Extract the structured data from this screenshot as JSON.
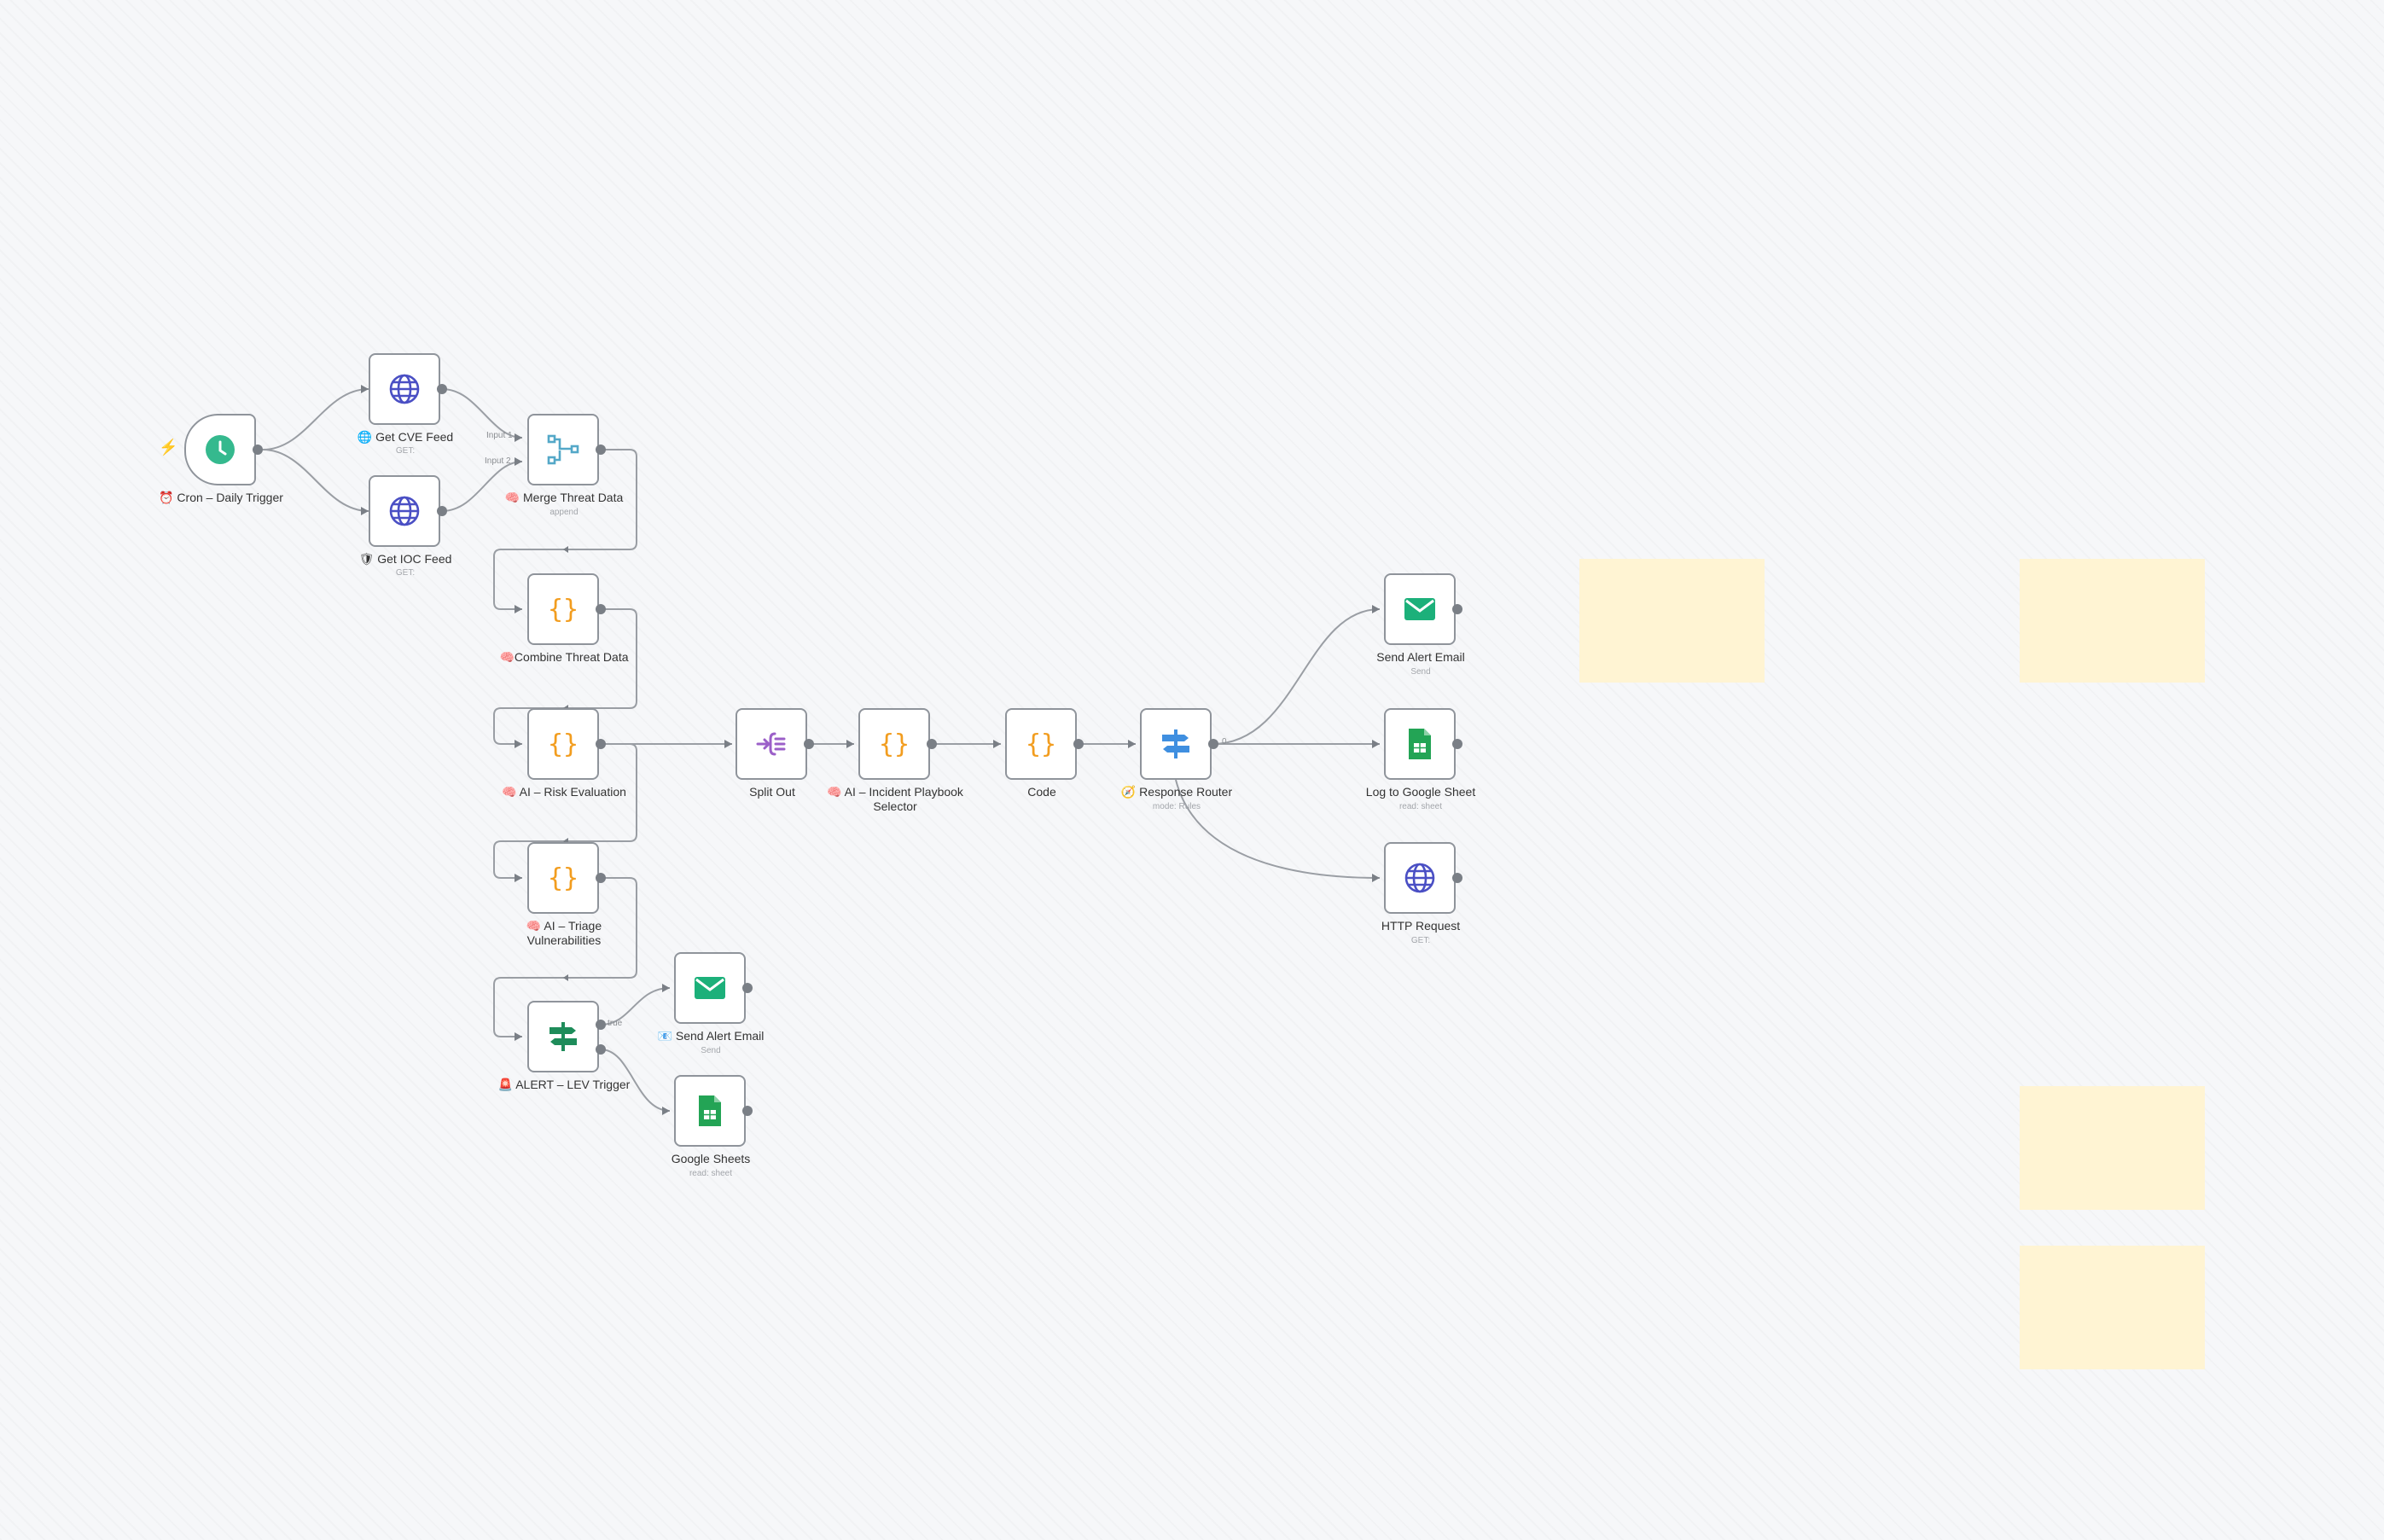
{
  "canvas": {
    "trigger_bolt": "⚡",
    "nodes": {
      "cron": {
        "label": "⏰ Cron – Daily Trigger",
        "sub": "",
        "icon": "clock-icon",
        "color": "#35b98e"
      },
      "get_cve": {
        "label": "🌐 Get CVE Feed",
        "sub": "GET:",
        "icon": "globe-icon",
        "color": "#4a4fc4"
      },
      "get_ioc": {
        "label": "🛡 Get IOC Feed",
        "sub": "GET:",
        "icon": "globe-icon",
        "color": "#4a4fc4"
      },
      "merge": {
        "label": "🧠 Merge Threat Data",
        "sub": "append",
        "icon": "merge-icon",
        "color": "#54a8c8"
      },
      "combine": {
        "label": "🧠Combine Threat Data",
        "sub": "",
        "icon": "code-braces-icon",
        "color": "#f29d1f"
      },
      "risk": {
        "label": "🧠 AI – Risk Evaluation",
        "sub": "",
        "icon": "code-braces-icon",
        "color": "#f29d1f"
      },
      "triage": {
        "label": "🧠 AI – Triage Vulnerabilities",
        "sub": "",
        "icon": "code-braces-icon",
        "color": "#f29d1f"
      },
      "alert": {
        "label": "🚨 ALERT – LEV Trigger",
        "sub": "",
        "icon": "if-switch-icon",
        "color": "#1e8c5a"
      },
      "email1": {
        "label": "📧 Send Alert Email",
        "sub": "Send",
        "icon": "envelope-icon",
        "color": "#1cb07a"
      },
      "sheets1": {
        "label": "Google Sheets",
        "sub": "read: sheet",
        "icon": "sheets-icon",
        "color": "#23a455"
      },
      "split": {
        "label": "Split Out",
        "sub": "",
        "icon": "split-out-icon",
        "color": "#9b5fc8"
      },
      "playbook": {
        "label": "🧠 AI – Incident Playbook Selector",
        "sub": "",
        "icon": "code-braces-icon",
        "color": "#f29d1f"
      },
      "code": {
        "label": "Code",
        "sub": "",
        "icon": "code-braces-icon",
        "color": "#f29d1f"
      },
      "router": {
        "label": "🧭 Response Router",
        "sub": "mode: Rules",
        "icon": "switch-icon",
        "color": "#3f8fe0"
      },
      "email2": {
        "label": "Send Alert Email",
        "sub": "Send",
        "icon": "envelope-icon",
        "color": "#1cb07a"
      },
      "sheet2": {
        "label": "Log to Google Sheet",
        "sub": "read: sheet",
        "icon": "sheets-icon",
        "color": "#23a455"
      },
      "http": {
        "label": "HTTP Request",
        "sub": "GET:",
        "icon": "globe-icon",
        "color": "#4a4fc4"
      }
    },
    "port_labels": {
      "merge_in1": "Input 1",
      "merge_in2": "Input 2",
      "alert_true": "true",
      "router_out": "0"
    }
  }
}
